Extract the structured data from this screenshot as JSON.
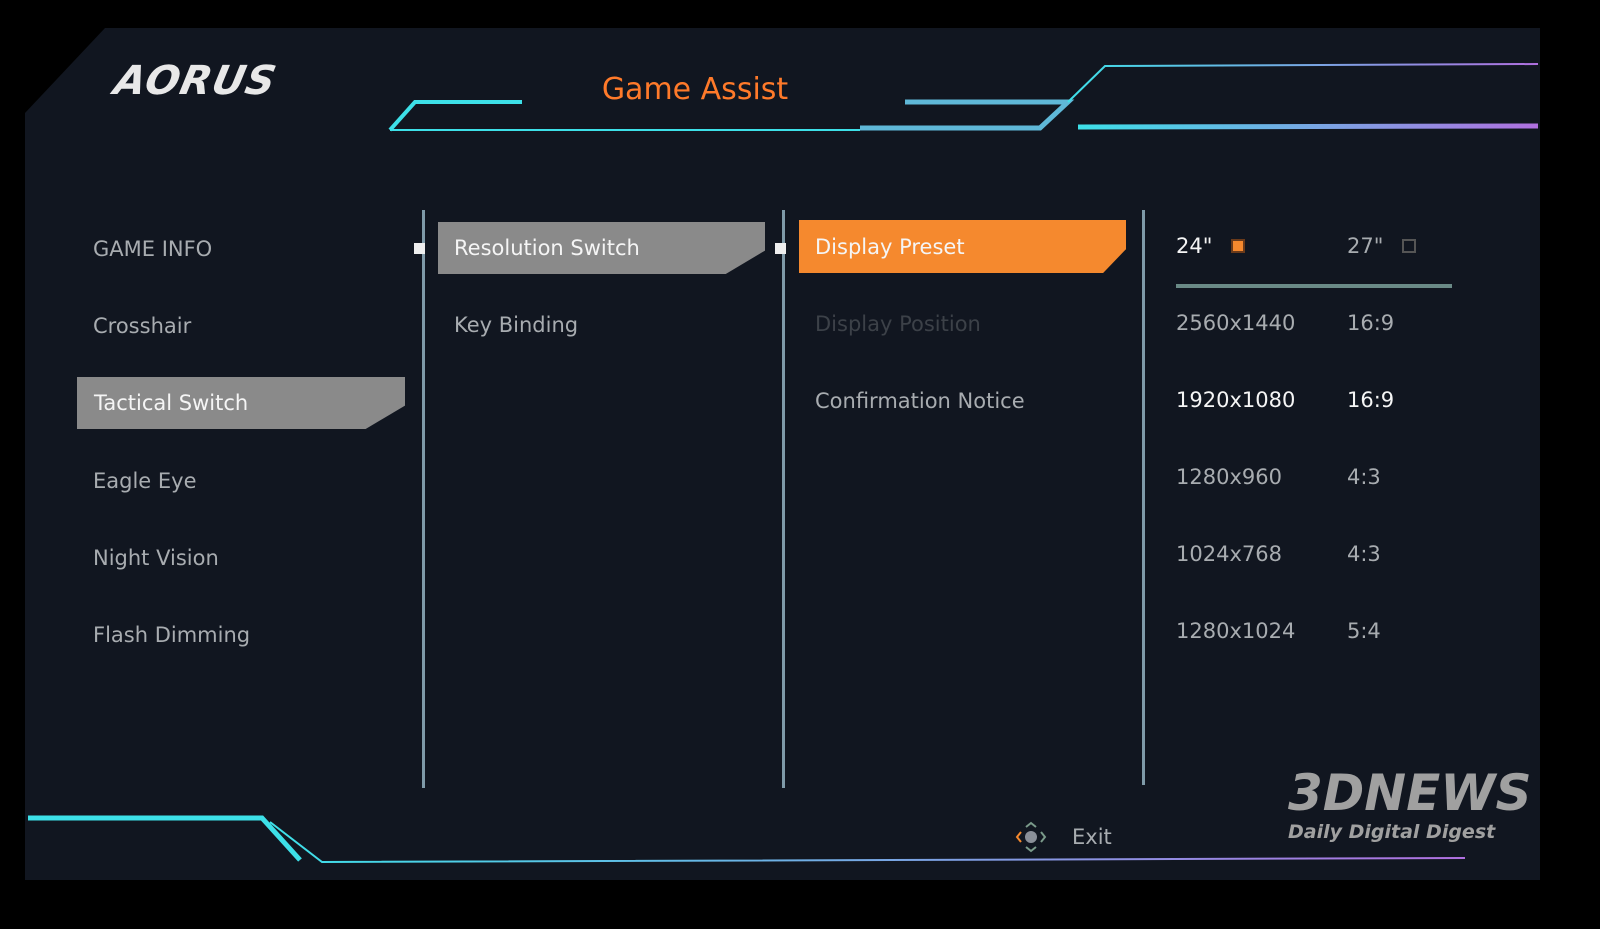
{
  "header": {
    "logo": "AORUS",
    "title": "Game Assist"
  },
  "menu1": [
    {
      "label": "GAME INFO"
    },
    {
      "label": "Crosshair"
    },
    {
      "label": "Tactical Switch",
      "selected": true
    },
    {
      "label": "Eagle Eye"
    },
    {
      "label": "Night Vision"
    },
    {
      "label": "Flash Dimming"
    }
  ],
  "menu2": [
    {
      "label": "Resolution Switch",
      "selected": true
    },
    {
      "label": "Key Binding"
    }
  ],
  "menu3": [
    {
      "label": "Display Preset",
      "selected": true
    },
    {
      "label": "Display Position",
      "disabled": true
    },
    {
      "label": "Confirmation Notice"
    }
  ],
  "sizes": [
    {
      "label": "24\"",
      "checked": true
    },
    {
      "label": "27\"",
      "checked": false
    }
  ],
  "resolutions": [
    {
      "res": "2560x1440",
      "ratio": "16:9"
    },
    {
      "res": "1920x1080",
      "ratio": "16:9",
      "active": true
    },
    {
      "res": "1280x960",
      "ratio": "4:3"
    },
    {
      "res": "1024x768",
      "ratio": "4:3"
    },
    {
      "res": "1280x1024",
      "ratio": "5:4"
    }
  ],
  "footer": {
    "exit": "Exit"
  },
  "watermark": {
    "brand": "3DNEWS",
    "tagline": "Daily Digital Digest"
  },
  "colors": {
    "accent": "#f5892e",
    "cyan": "#3de0e8",
    "purple": "#b070e0"
  }
}
